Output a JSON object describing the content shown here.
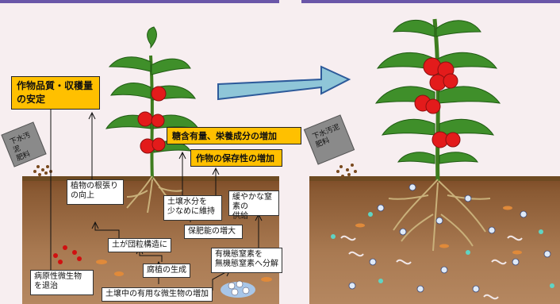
{
  "left_panel": {
    "bag_label": "下水汚泥\n肥料"
  },
  "right_panel": {
    "bag_label": "下水汚泥\n肥料"
  },
  "outcomes": {
    "quality_yield": "作物品質・収穫量\nの安定",
    "sugar_nutrients": "糖含有量、栄養成分の増加",
    "storability": "作物の保存性の増加"
  },
  "process": {
    "root_growth": "植物の根張り\nの向上",
    "soil_moisture": "土壌水分を\n少なめに維持",
    "slow_nitrogen": "緩やかな窒素の\n供給",
    "soil_aggregate": "土が団粒構造に",
    "fertility_retention": "保肥能の増大",
    "nitrogen_decomposition": "有機態窒素を\n無機態窒素へ分解",
    "humus_formation": "腐植の生成",
    "pathogen_control": "病原性微生物\nを退治",
    "beneficial_microbes": "土壌中の有用な微生物の増加"
  },
  "colors": {
    "highlight": "#ffc000",
    "arrow_fill": "#8fc6d8",
    "arrow_stroke": "#2d5a9a",
    "soil": "#8a5a33",
    "tomato": "#e31b1b"
  }
}
